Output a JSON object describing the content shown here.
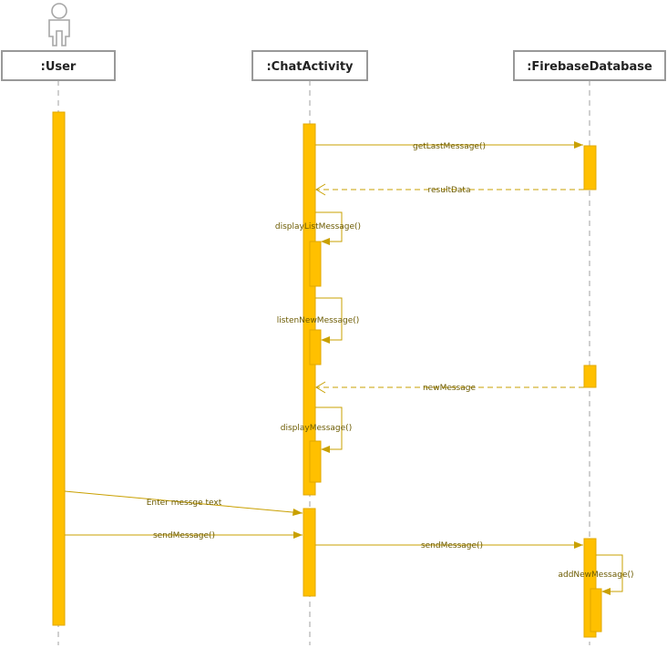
{
  "colors": {
    "activation_fill": "#FFC000",
    "activation_stroke": "#E0A800",
    "arrow": "#C9A000",
    "lifeline": "#a0a0a0",
    "box_stroke": "#999999",
    "actor": "#a6a6a6"
  },
  "actor_icon": "stick-figure-icon",
  "lifelines": [
    {
      "id": "user",
      "label": ":User"
    },
    {
      "id": "chat",
      "label": ":ChatActivity"
    },
    {
      "id": "firebase",
      "label": ":FirebaseDatabase"
    }
  ],
  "messages": [
    {
      "label": "getLastMessage()",
      "from": "chat",
      "to": "firebase",
      "kind": "sync"
    },
    {
      "label": "resultData",
      "from": "firebase",
      "to": "chat",
      "kind": "return"
    },
    {
      "label": "displayListMessage()",
      "from": "chat",
      "to": "chat",
      "kind": "self"
    },
    {
      "label": "listenNewMessage()",
      "from": "chat",
      "to": "chat",
      "kind": "self"
    },
    {
      "label": "newMessage",
      "from": "firebase",
      "to": "chat",
      "kind": "return"
    },
    {
      "label": "displayMessage()",
      "from": "chat",
      "to": "chat",
      "kind": "self"
    },
    {
      "label": "Enter messge text",
      "from": "user",
      "to": "chat",
      "kind": "sync"
    },
    {
      "label": "sendMessage()",
      "from": "user",
      "to": "chat",
      "kind": "sync"
    },
    {
      "label": "sendMessage()",
      "from": "chat",
      "to": "firebase",
      "kind": "sync"
    },
    {
      "label": "addNewMessage()",
      "from": "firebase",
      "to": "firebase",
      "kind": "self"
    }
  ]
}
